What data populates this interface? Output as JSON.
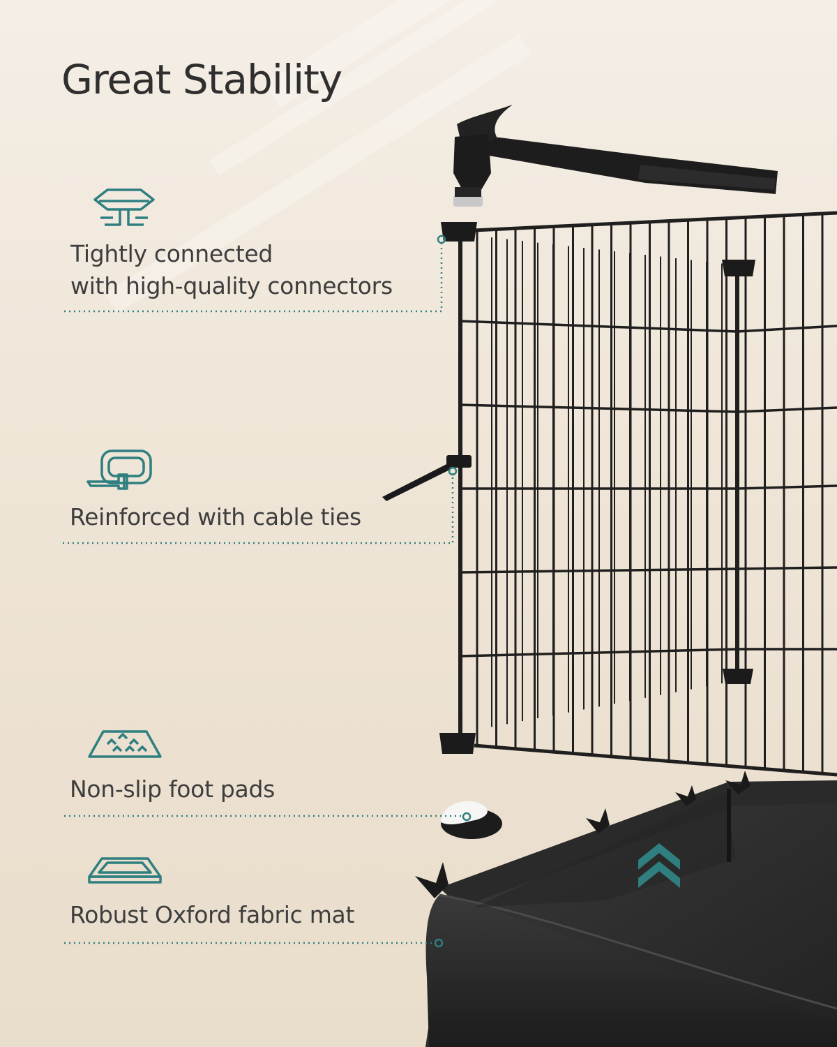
{
  "page": {
    "title": "Great Stability",
    "accent_color": "#2f7f80",
    "background_color": "#efe6d8"
  },
  "features": [
    {
      "icon": "connector-icon",
      "lines": [
        "Tightly connected",
        "with high-quality connectors"
      ]
    },
    {
      "icon": "cable-tie-icon",
      "lines": [
        "Reinforced with cable ties"
      ]
    },
    {
      "icon": "foot-pad-icon",
      "lines": [
        "Non-slip foot pads"
      ]
    },
    {
      "icon": "fabric-mat-icon",
      "lines": [
        "Robust Oxford fabric mat"
      ]
    }
  ]
}
